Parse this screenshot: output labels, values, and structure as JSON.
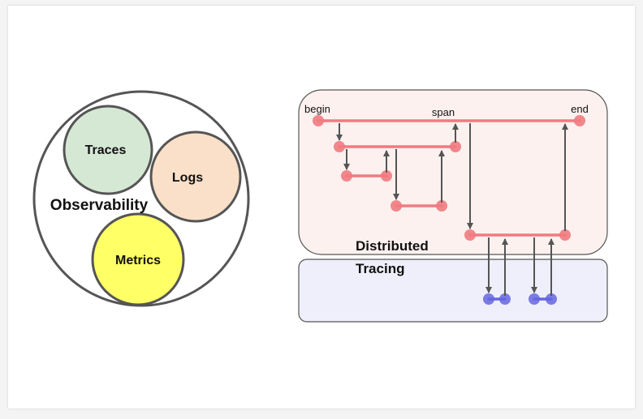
{
  "observability": {
    "title": "Observability",
    "traces": "Traces",
    "logs": "Logs",
    "metrics": "Metrics"
  },
  "tracing": {
    "label_begin": "begin",
    "label_span": "span",
    "label_end": "end",
    "title_line1": "Distributed",
    "title_line2": "Tracing"
  },
  "colors": {
    "traces_fill": "#d5e8d4",
    "logs_fill": "#fae0c8",
    "metrics_fill": "#ffff66",
    "span_red": "#f07a80",
    "span_blue": "#6666e0",
    "upper_box_fill": "#fdf1ef",
    "lower_box_fill": "#eeeffb",
    "arrow": "#555555"
  }
}
